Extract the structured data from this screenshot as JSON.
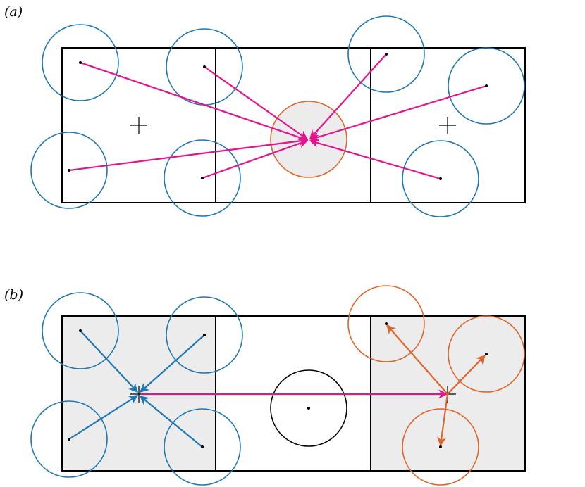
{
  "panels": [
    {
      "id": "a",
      "label": "(a)"
    },
    {
      "id": "b",
      "label": "(b)"
    }
  ],
  "colors": {
    "box_stroke": "#000000",
    "shade_fill": "#ececec",
    "blue": "#1f77b4",
    "orange": "#e0642a",
    "magenta": "#e6138f",
    "neutral_circle": "#000000"
  }
}
